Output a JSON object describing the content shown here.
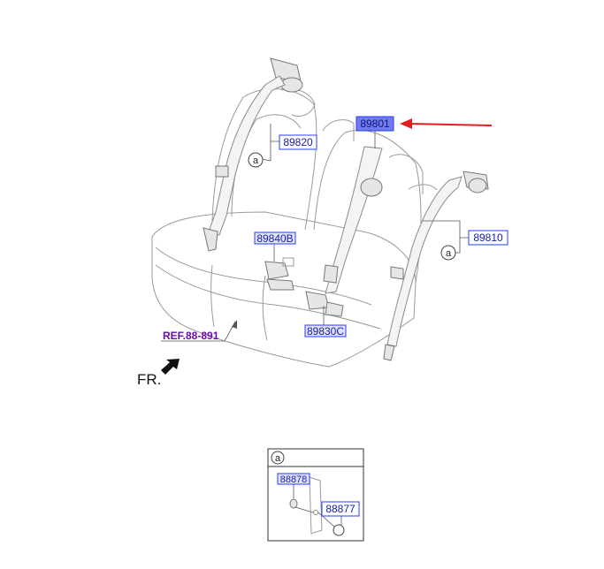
{
  "parts": {
    "p89801": "89801",
    "p89820": "89820",
    "p89810": "89810",
    "p89840B": "89840B",
    "p89830C": "89830C",
    "p88878": "88878",
    "p88877": "88877"
  },
  "reference": "REF.88-891",
  "front_label": "FR.",
  "callouts": {
    "left": "a",
    "right": "a",
    "detail": "a"
  },
  "colors": {
    "label_fill": "#dfe3ff",
    "label_border": "#2a3cff",
    "highlight_fill": "#6f7cf0",
    "arrow": "#e02020",
    "reference": "#6a0dad"
  }
}
